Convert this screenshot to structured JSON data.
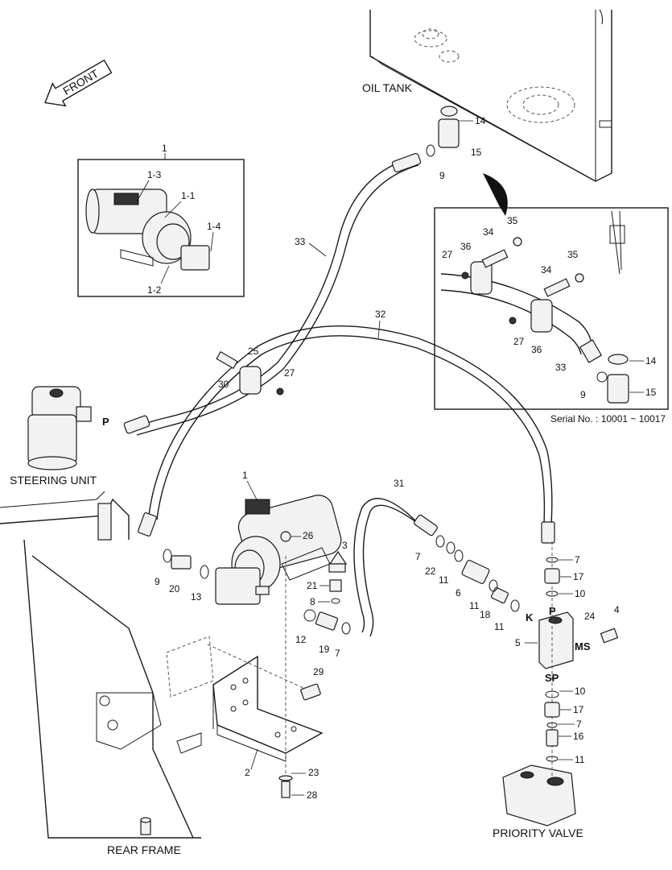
{
  "front_label": "FRONT",
  "names": {
    "oil_tank": "OIL TANK",
    "steering_unit": "STEERING UNIT",
    "rear_frame": "REAR FRAME",
    "priority_valve": "PRIORITY VALVE",
    "serial": "Serial No. : 10001 ~ 10017"
  },
  "ports": {
    "p": "P",
    "k": "K",
    "ms": "MS",
    "sp": "SP",
    "p_steer": "P"
  },
  "inset1": {
    "title": "1",
    "l13": "1-3",
    "l11": "1-1",
    "l14": "1-4",
    "l12": "1-2"
  },
  "inset2": {
    "n35a": "35",
    "n34a": "34",
    "n36a": "36",
    "n27a": "27",
    "n34b": "34",
    "n35b": "35",
    "n27b": "27",
    "n36b": "36",
    "n33": "33",
    "n14": "14",
    "n9": "9",
    "n15": "15"
  },
  "main": {
    "n14": "14",
    "n15": "15",
    "n9": "9",
    "n33": "33",
    "n32": "32",
    "n25": "25",
    "n27": "27",
    "n30": "30",
    "n31": "31",
    "n1": "1",
    "n26": "26",
    "n3": "3",
    "n7a": "7",
    "n22": "22",
    "n11a": "11",
    "n9b": "9",
    "n20": "20",
    "n13": "13",
    "n21": "21",
    "n8": "8",
    "n6": "6",
    "n11b": "11",
    "n18": "18",
    "n11c": "11",
    "n12": "12",
    "n19": "19",
    "n7b": "7",
    "n7c": "7",
    "n17a": "17",
    "n10a": "10",
    "n24": "24",
    "n4": "4",
    "n5": "5",
    "n29": "29",
    "n10b": "10",
    "n17b": "17",
    "n7d": "7",
    "n16": "16",
    "n11d": "11",
    "n2": "2",
    "n23": "23",
    "n28": "28"
  }
}
